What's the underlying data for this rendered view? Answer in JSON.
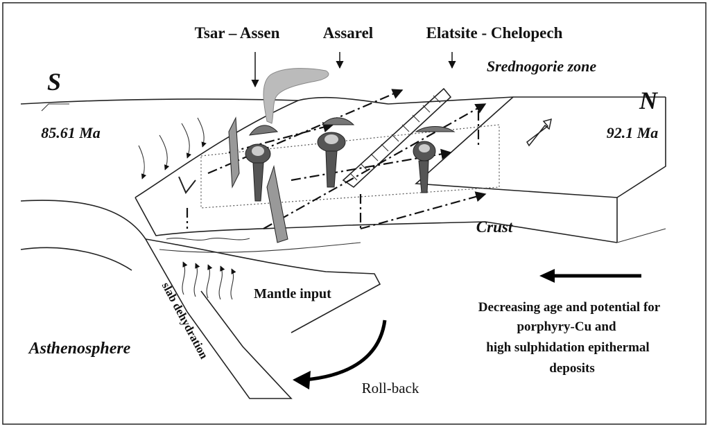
{
  "labels": {
    "tsar_assen": "Tsar – Assen",
    "assarel": "Assarel",
    "elatsite_chelopech": "Elatsite - Chelopech",
    "srednogorie_zone": "Srednogorie zone",
    "south": "S",
    "north": "N",
    "age_south": "85.61 Ma",
    "age_north": "92.1 Ma",
    "crust": "Crust",
    "mantle_input": "Mantle input",
    "slab_dehydration": "slab dehydration",
    "asthenosphere": "Asthenosphere",
    "roll_back": "Roll-back"
  },
  "legend_text": [
    "Decreasing age and potential for",
    "porphyry-Cu and",
    "high sulphidation epithermal",
    "deposits"
  ],
  "colors": {
    "line": "#222222",
    "volcano_fill": "#777777",
    "magma_fill": "#555555",
    "plume_fill": "#bbbbbb",
    "fault_fill": "#999999"
  }
}
